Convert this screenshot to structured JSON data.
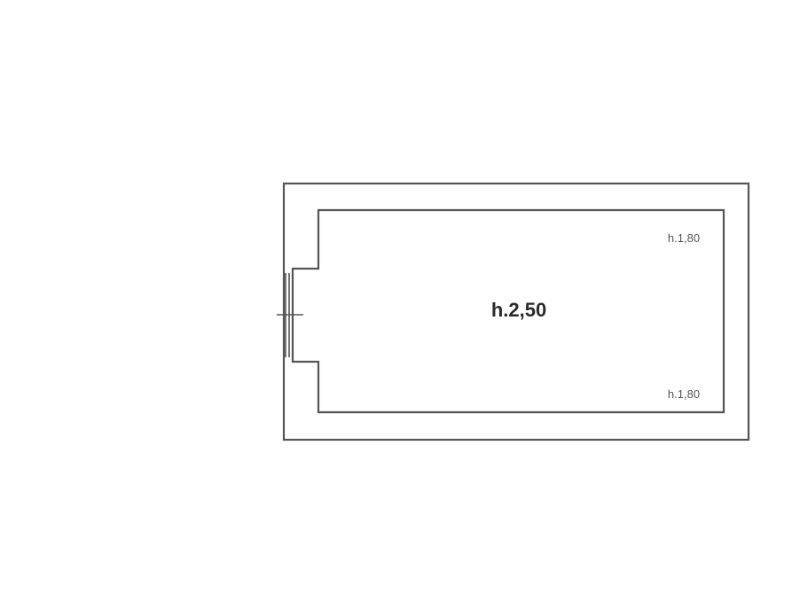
{
  "floor_plan": {
    "room_height_label": "h.2,50",
    "corner_height_top": "h.1,80",
    "corner_height_bottom": "h.1,80"
  }
}
